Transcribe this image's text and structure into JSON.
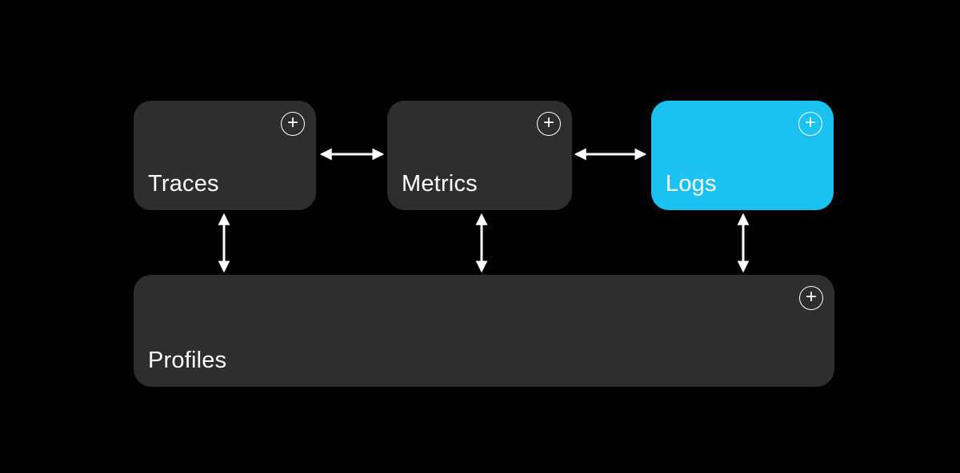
{
  "colors": {
    "background": "#000000",
    "node": "#2e2e2e",
    "accent": "#1bc1f1",
    "text": "#ffffff"
  },
  "nodes": {
    "traces": {
      "label": "Traces",
      "highlighted": false
    },
    "metrics": {
      "label": "Metrics",
      "highlighted": false
    },
    "logs": {
      "label": "Logs",
      "highlighted": true
    },
    "profiles": {
      "label": "Profiles",
      "highlighted": false
    }
  },
  "icons": {
    "plus": "+"
  },
  "edges": [
    {
      "from": "traces",
      "to": "metrics",
      "bidirectional": true
    },
    {
      "from": "metrics",
      "to": "logs",
      "bidirectional": true
    },
    {
      "from": "traces",
      "to": "profiles",
      "bidirectional": true
    },
    {
      "from": "metrics",
      "to": "profiles",
      "bidirectional": true
    },
    {
      "from": "logs",
      "to": "profiles",
      "bidirectional": true
    }
  ]
}
